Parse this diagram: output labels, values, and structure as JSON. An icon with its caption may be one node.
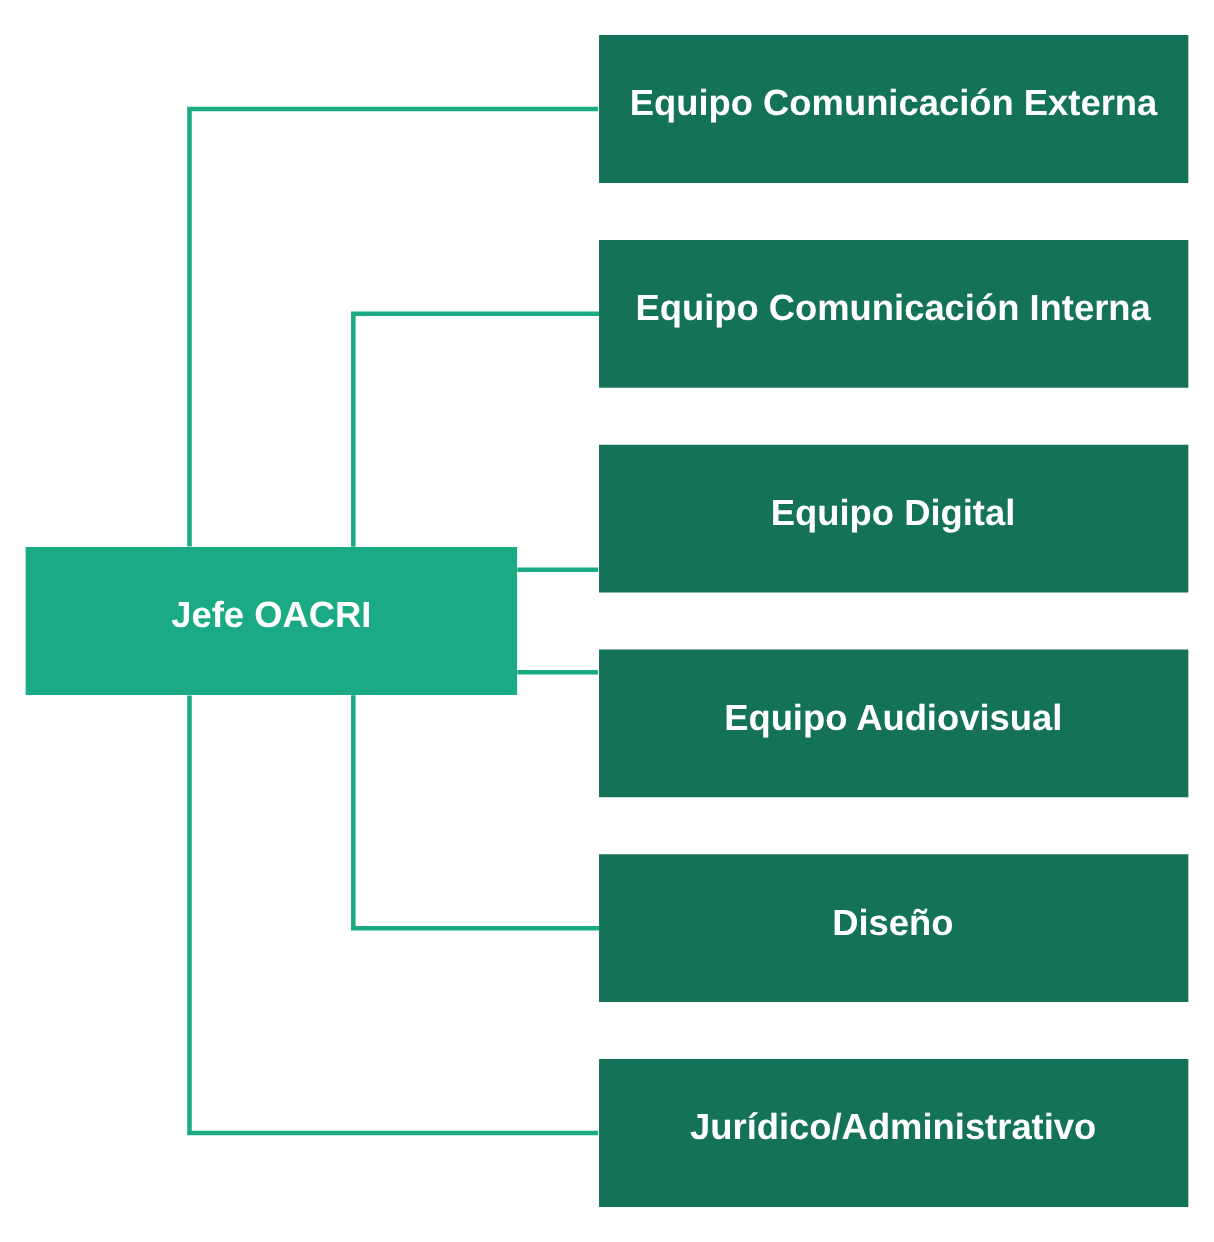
{
  "diagram": {
    "nodes": [
      {
        "text": [
          "Jefe OACRI"
        ]
      },
      {
        "text": [
          "Equipo Comunicación Externa"
        ]
      },
      {
        "text": [
          "Equipo Comunicación Interna"
        ]
      },
      {
        "text": [
          "Equipo Digital"
        ]
      },
      {
        "text": [
          "Equipo Audiovisual"
        ]
      },
      {
        "text": [
          "Diseño"
        ]
      },
      {
        "text": [
          "Jurídico/Administrativo"
        ]
      }
    ],
    "edges": [
      {
        "from": 0,
        "to": 1,
        "arrow": "none"
      },
      {
        "from": 0,
        "to": 2,
        "arrow": "none"
      },
      {
        "from": 0,
        "to": 3,
        "arrow": "none"
      },
      {
        "from": 0,
        "to": 4,
        "arrow": "none"
      },
      {
        "from": 0,
        "to": 5,
        "arrow": "none"
      },
      {
        "from": 0,
        "to": 6,
        "arrow": "none"
      }
    ]
  }
}
